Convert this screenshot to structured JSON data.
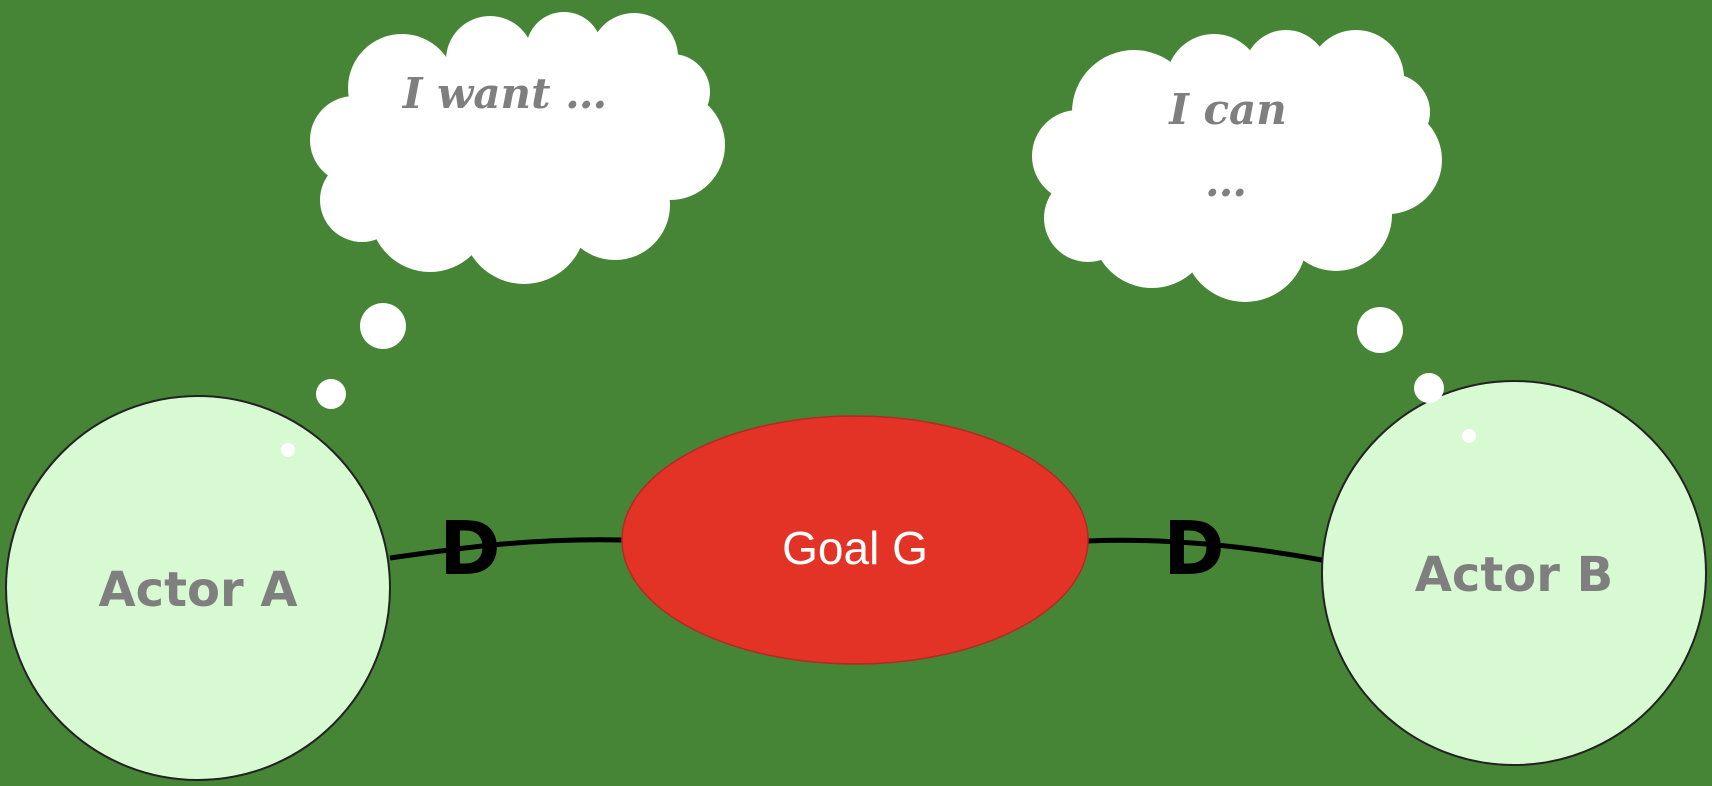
{
  "colors": {
    "background": "#478536",
    "actor_fill": "#d8fad2",
    "goal_fill": "#e33326",
    "label_gray": "#7f7f7f",
    "cloud_fill": "#ffffff",
    "link_color": "#000000",
    "goal_text": "#ffffff"
  },
  "actor_a": {
    "label": "Actor A"
  },
  "actor_b": {
    "label": "Actor B"
  },
  "goal": {
    "label": "Goal G"
  },
  "thought_a": {
    "text": "I want …"
  },
  "thought_b": {
    "line1": "I can",
    "line2": "…"
  },
  "dependency": {
    "left_mark": "D",
    "right_mark": "D"
  }
}
